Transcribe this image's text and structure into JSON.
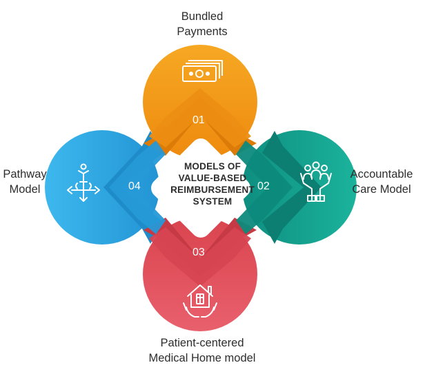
{
  "center": {
    "lines": [
      "MODELS OF",
      "VALUE-BASED",
      "REIMBURSEMENT",
      "SYSTEM"
    ]
  },
  "models": [
    {
      "number": "01",
      "lines": [
        "Bundled",
        "Payments"
      ],
      "icon": "money-bills-icon",
      "color": "#F39A1A"
    },
    {
      "number": "02",
      "lines": [
        "Accountable",
        "Care Model"
      ],
      "icon": "hands-people-icon",
      "color": "#149B8B"
    },
    {
      "number": "03",
      "lines": [
        "Patient-centered",
        "Medical Home model"
      ],
      "icon": "home-health-icon",
      "color": "#E04E5F"
    },
    {
      "number": "04",
      "lines": [
        "Pathway",
        "Model"
      ],
      "icon": "pathway-arrows-icon",
      "color": "#2FA8E0"
    }
  ]
}
